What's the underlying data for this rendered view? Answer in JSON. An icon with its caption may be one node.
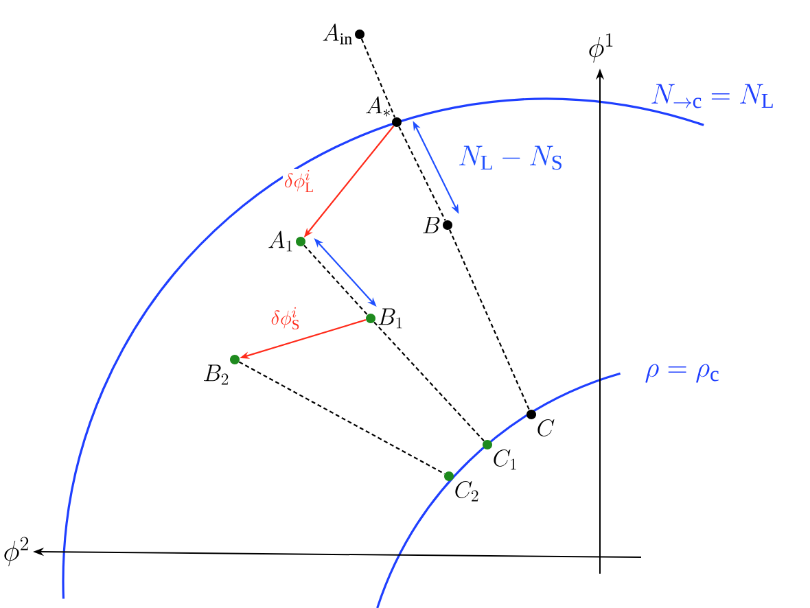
{
  "diagram": {
    "nodes": [
      {
        "text": [
          "A_{\\mathrm{in}}"
        ]
      },
      {
        "text": [
          "A_{*}"
        ]
      },
      {
        "text": [
          "B"
        ]
      },
      {
        "text": [
          "C"
        ]
      },
      {
        "text": [
          "A_{1}"
        ]
      },
      {
        "text": [
          "B_{1}"
        ]
      },
      {
        "text": [
          "B_{2}"
        ]
      },
      {
        "text": [
          "C_{1}"
        ]
      },
      {
        "text": [
          "C_{2}"
        ]
      }
    ],
    "edges": [
      {
        "from": 0,
        "to": 1,
        "arrow": "none",
        "style": "dashed"
      },
      {
        "from": 1,
        "to": 2,
        "arrow": "none",
        "style": "dashed"
      },
      {
        "from": 2,
        "to": 3,
        "arrow": "none",
        "style": "dashed"
      },
      {
        "from": 4,
        "to": 5,
        "arrow": "none",
        "style": "dashed"
      },
      {
        "from": 5,
        "to": 7,
        "arrow": "none",
        "style": "dashed"
      },
      {
        "from": 6,
        "to": 8,
        "arrow": "none",
        "style": "dashed"
      },
      {
        "from": 1,
        "to": 4,
        "arrow": "to",
        "color": "#ff2a1a",
        "label": "\\delta\\phi^{i}_{\\mathrm{L}}"
      },
      {
        "from": 5,
        "to": 6,
        "arrow": "to",
        "color": "#ff2a1a",
        "label": "\\delta\\phi^{i}_{\\mathrm{S}}"
      },
      {
        "from": 1,
        "to": 2,
        "arrow": "both",
        "color": "#1f4fff",
        "label": "N_{\\mathrm{L}}-N_{\\mathrm{S}}"
      },
      {
        "from": 4,
        "to": 5,
        "arrow": "both",
        "color": "#1f4fff"
      }
    ],
    "labels": [
      "\\phi^{1}",
      "N_{\\to\\mathrm{c}}=N_{\\mathrm{L}}",
      "\\rho=\\rho_{\\mathrm{c}}",
      "\\phi^{2}"
    ]
  }
}
